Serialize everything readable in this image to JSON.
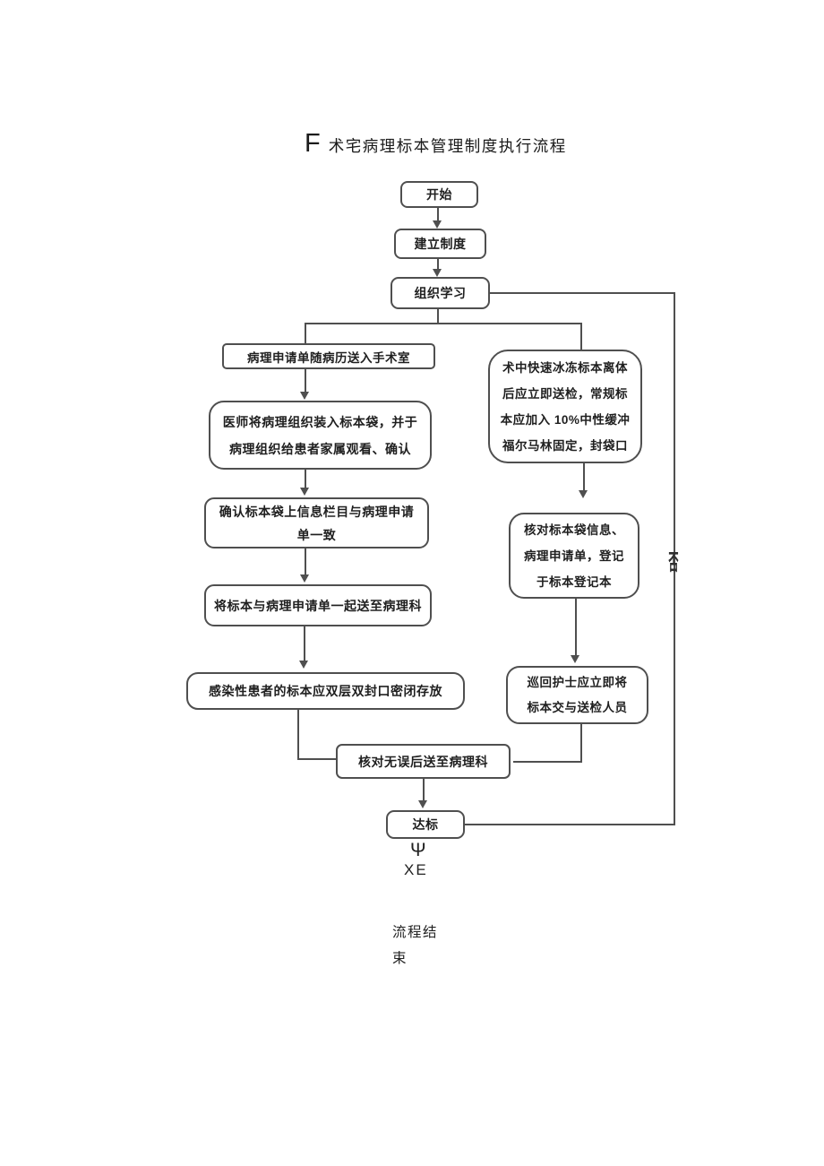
{
  "title": {
    "prefix": "F",
    "text": "术宅病理标本管理制度执行流程"
  },
  "nodes": {
    "start": {
      "label": "开始"
    },
    "establish": {
      "label": "建立制度"
    },
    "study": {
      "label": "组织学习"
    },
    "send_request": {
      "label": "病理申请单随病历送入手术室"
    },
    "doctor_pack": {
      "lines": [
        "医师将病理组织装入标本袋，并于",
        "病理组织给患者家属观看、确认"
      ]
    },
    "confirm_info": {
      "lines": [
        "确认标本袋上信息栏目与病理申请",
        "单一致"
      ]
    },
    "send_to_pathology": {
      "label": "将标本与病理申请单一起送至病理科"
    },
    "infectious": {
      "label": "感染性患者的标本应双层双封口密闭存放"
    },
    "frozen_specimen": {
      "lines": [
        "术中快速冰冻标本离体",
        "后应立即送检，常规标",
        "本应加入 10%中性缓冲",
        "福尔马林固定，封袋口"
      ]
    },
    "check_register": {
      "lines": [
        "核对标本袋信息、",
        "病理申请单，登记",
        "于标本登记本"
      ]
    },
    "nurse_handover": {
      "lines": [
        "巡回护士应立即将",
        "标本交与送检人员"
      ]
    },
    "verify_send": {
      "label": "核对无误后送至病理科"
    },
    "reach_standard": {
      "label": "达标"
    }
  },
  "annotations": {
    "feedback_label": "否",
    "psi": "Ψ",
    "xe": "XE",
    "end_line1": "流程结",
    "end_line2": "束"
  },
  "colors": {
    "line": "#4f4f4f",
    "text": "#1f1f1f",
    "background": "#ffffff"
  }
}
